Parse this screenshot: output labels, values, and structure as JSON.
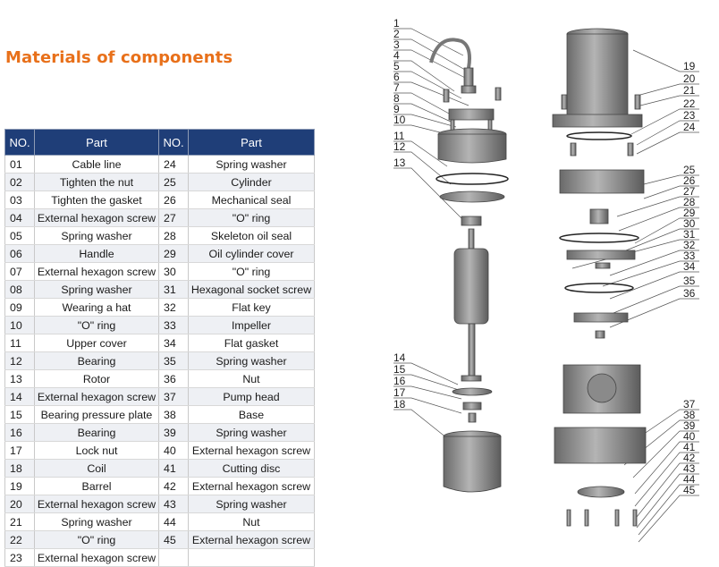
{
  "title": "Materials of components",
  "table": {
    "headers": [
      "NO.",
      "Part",
      "NO.",
      "Part"
    ],
    "rows": [
      [
        "01",
        "Cable line",
        "24",
        "Spring washer"
      ],
      [
        "02",
        "Tighten the nut",
        "25",
        "Cylinder"
      ],
      [
        "03",
        "Tighten the gasket",
        "26",
        "Mechanical seal"
      ],
      [
        "04",
        "External hexagon screw",
        "27",
        "\"O\" ring"
      ],
      [
        "05",
        "Spring washer",
        "28",
        "Skeleton oil seal"
      ],
      [
        "06",
        "Handle",
        "29",
        "Oil cylinder cover"
      ],
      [
        "07",
        "External hexagon screw",
        "30",
        "\"O\" ring"
      ],
      [
        "08",
        "Spring washer",
        "31",
        "Hexagonal socket screw"
      ],
      [
        "09",
        "Wearing a hat",
        "32",
        "Flat key"
      ],
      [
        "10",
        "\"O\" ring",
        "33",
        "Impeller"
      ],
      [
        "11",
        "Upper cover",
        "34",
        "Flat gasket"
      ],
      [
        "12",
        "Bearing",
        "35",
        "Spring washer"
      ],
      [
        "13",
        "Rotor",
        "36",
        "Nut"
      ],
      [
        "14",
        "External hexagon screw",
        "37",
        "Pump head"
      ],
      [
        "15",
        "Bearing pressure plate",
        "38",
        "Base"
      ],
      [
        "16",
        "Bearing",
        "39",
        "Spring washer"
      ],
      [
        "17",
        "Lock nut",
        "40",
        "External hexagon screw"
      ],
      [
        "18",
        "Coil",
        "41",
        "Cutting disc"
      ],
      [
        "19",
        "Barrel",
        "42",
        "External hexagon screw"
      ],
      [
        "20",
        "External hexagon screw",
        "43",
        "Spring washer"
      ],
      [
        "21",
        "Spring washer",
        "44",
        "Nut"
      ],
      [
        "22",
        "\"O\" ring",
        "45",
        "External hexagon screw"
      ],
      [
        "23",
        "External hexagon screw",
        "",
        ""
      ]
    ]
  },
  "diagram": {
    "left_labels": [
      "1",
      "2",
      "3",
      "4",
      "5",
      "6",
      "7",
      "8",
      "9",
      "10",
      "11",
      "12",
      "13",
      "14",
      "15",
      "16",
      "17",
      "18"
    ],
    "right_labels": [
      "19",
      "20",
      "21",
      "22",
      "23",
      "24",
      "25",
      "26",
      "27",
      "28",
      "29",
      "30",
      "31",
      "32",
      "33",
      "34",
      "35",
      "36",
      "37",
      "38",
      "39",
      "40",
      "41",
      "42",
      "43",
      "44",
      "45"
    ]
  },
  "colors": {
    "title": "#e8701a",
    "header_bg": "#1f3e78",
    "alt_row": "#eef0f4"
  }
}
